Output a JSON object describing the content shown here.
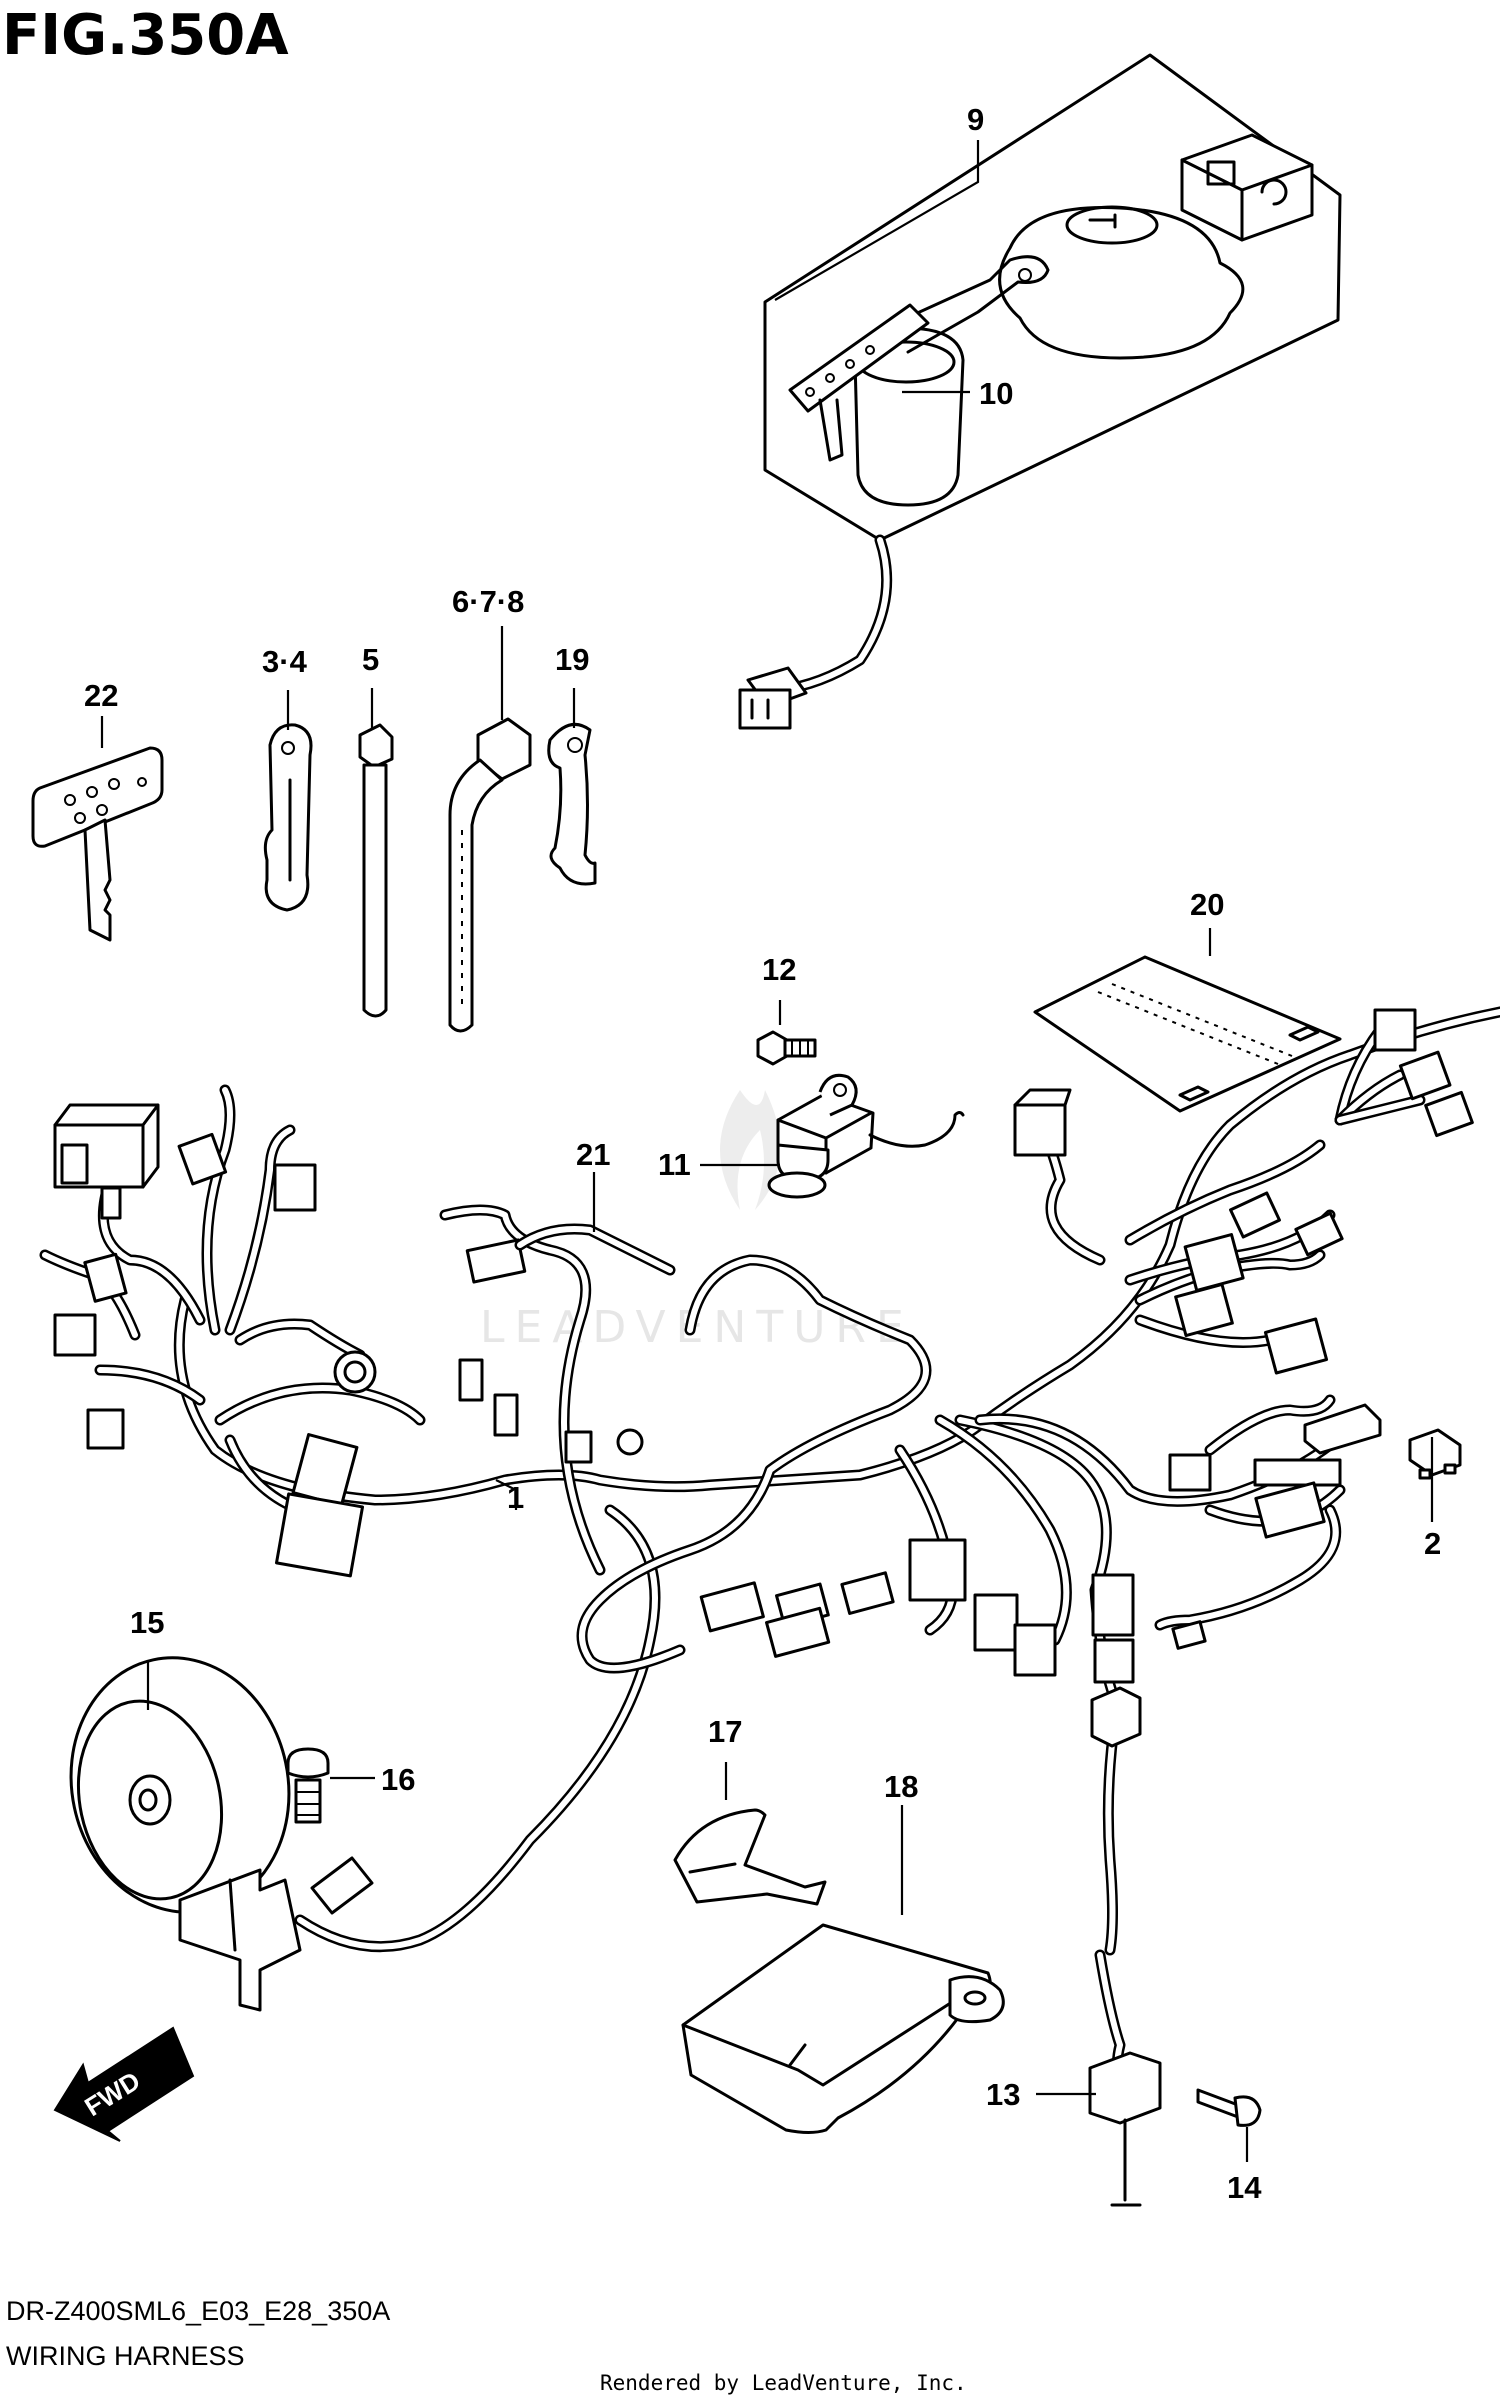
{
  "figure": {
    "title": "FIG.350A",
    "code": "DR-Z400SML6_E03_E28_350A",
    "name": "WIRING HARNESS"
  },
  "credit": "Rendered by LeadVenture, Inc.",
  "watermark": "LEADVENTURE",
  "fwd_label": "FWD",
  "callouts": {
    "c1": "1",
    "c2": "2",
    "c34": "3·4",
    "c5": "5",
    "c678": "6·7·8",
    "c9": "9",
    "c10": "10",
    "c11": "11",
    "c12": "12",
    "c13": "13",
    "c14": "14",
    "c15": "15",
    "c16": "16",
    "c17": "17",
    "c18": "18",
    "c19": "19",
    "c20": "20",
    "c21": "21",
    "c22": "22"
  }
}
